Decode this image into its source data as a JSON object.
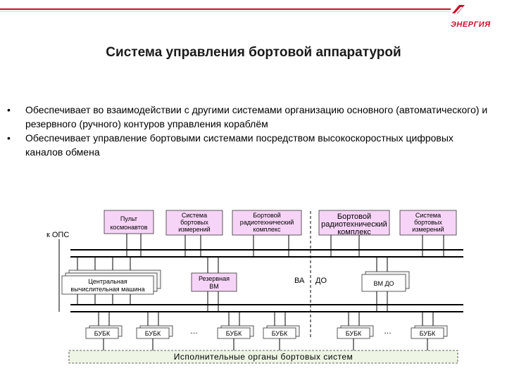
{
  "header": {
    "logo_text": "ЭНЕРГИЯ"
  },
  "slide": {
    "title": "Система управления бортовой аппаратурой",
    "bullets": [
      "Обеспечивает во взаимодействии с другими системами организацию основного (автоматического) и резервного (ручного) контуров управления кораблём",
      "Обеспечивает управление бортовыми системами посредством высокоскоростных цифровых каналов обмена"
    ]
  },
  "diagram": {
    "top_boxes": [
      {
        "line1": "Пульт",
        "line2": "космонавтов",
        "line3": ""
      },
      {
        "line1": "Система",
        "line2": "бортовых",
        "line3": "измерений"
      },
      {
        "line1": "Бортовой",
        "line2": "радиотехнический",
        "line3": "комплекс"
      },
      {
        "line1": "Бортовой",
        "line2": "радиотехнический",
        "line3": "комплекс"
      },
      {
        "line1": "Система",
        "line2": "бортовых",
        "line3": "измерений"
      }
    ],
    "ops_label": "к ОПС",
    "cvm": {
      "line1": "Центральная",
      "line2": "вычислительная машина"
    },
    "reserve": {
      "line1": "Резервная",
      "line2": "ВМ"
    },
    "va_label": "ВА",
    "do_label": "ДО",
    "vm_do": "ВМ ДО",
    "bubk_label": "БУБК",
    "ellipsis": "…",
    "exec_label": "Исполнительные органы бортовых систем"
  }
}
